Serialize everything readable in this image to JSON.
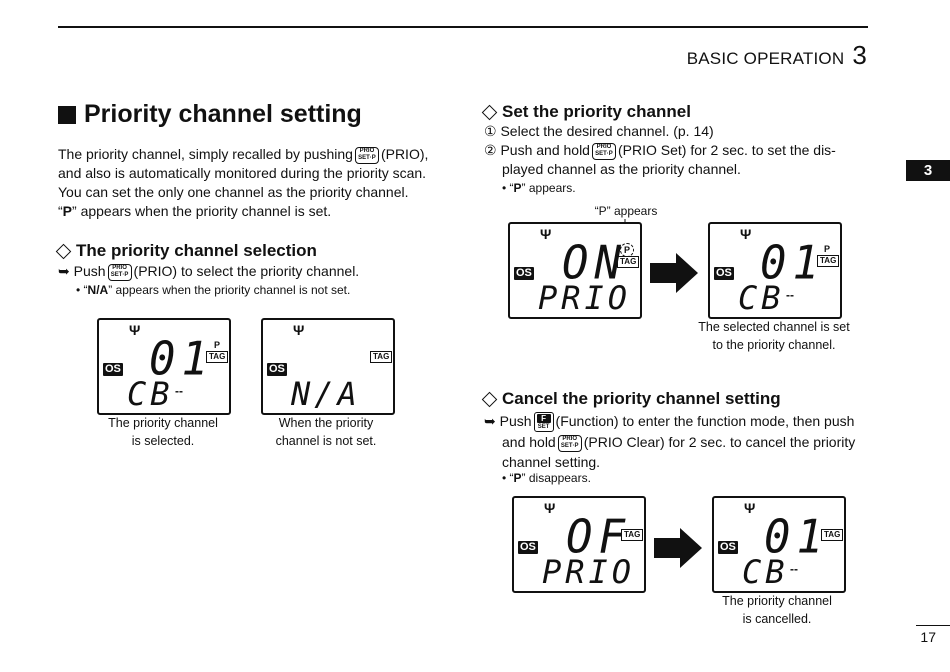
{
  "header": {
    "section_title": "BASIC OPERATION",
    "section_number": "3",
    "side_tab": "3",
    "page_number": "17"
  },
  "left": {
    "title": "Priority channel setting",
    "intro_1": "The priority channel, simply recalled by pushing",
    "intro_1b": "(PRIO),",
    "intro_2": "and also is automatically monitored during the priority scan.",
    "intro_3": "You can set the only one channel as the priority channel.",
    "intro_4a": "“",
    "intro_4b": "P",
    "intro_4c": "” appears when the priority channel is set.",
    "selection_heading": "The priority channel selection",
    "push_label": "Push",
    "push_rest": "(PRIO) to select the priority channel.",
    "na_note_a": "• “",
    "na_note_b": "N/A",
    "na_note_c": "” appears when the priority channel is not set.",
    "lcd1": {
      "main": "01",
      "sub": "CB",
      "p": "P",
      "tag": "TAG",
      "os": "OS"
    },
    "lcd2": {
      "main": "N/A",
      "tag": "TAG",
      "os": "OS"
    },
    "cap1_1": "The priority channel",
    "cap1_2": "is selected.",
    "cap2_1": "When the priority",
    "cap2_2": "channel is not set."
  },
  "right": {
    "set_heading": "Set the priority channel",
    "step1": "Select the desired channel. (p. 14)",
    "step2_a": "Push and hold",
    "step2_b": "(PRIO Set) for 2 sec. to set the dis-",
    "step2_c": "played channel as the priority channel.",
    "p_note_a": "• “",
    "p_note_b": "P",
    "p_note_c": "” appears.",
    "p_appears": "“P” appears",
    "lcd3": {
      "main": "ON",
      "sub": "PRIO",
      "p": "P",
      "tag": "TAG",
      "os": "OS"
    },
    "lcd4": {
      "main": "01",
      "sub": "CB",
      "p": "P",
      "tag": "TAG",
      "os": "OS"
    },
    "cap3_1": "The selected channel is set",
    "cap3_2": "to the priority channel.",
    "cancel_heading": "Cancel the priority channel setting",
    "cancel_1a": "Push",
    "cancel_1b": "(Function) to enter the function mode, then push",
    "cancel_2a": "and hold",
    "cancel_2b": "(PRIO Clear) for 2 sec. to cancel the priority",
    "cancel_3": "channel setting.",
    "dis_note_a": "• “",
    "dis_note_b": "P",
    "dis_note_c": "” disappears.",
    "lcd5": {
      "main": "OF",
      "sub": "PRIO",
      "tag": "TAG",
      "os": "OS"
    },
    "lcd6": {
      "main": "01",
      "sub": "CB",
      "tag": "TAG",
      "os": "OS"
    },
    "cap4_1": "The priority channel",
    "cap4_2": "is cancelled."
  },
  "keys": {
    "prio_top": "PRIO",
    "prio_bot": "SET·P",
    "f_top": "F",
    "f_bot": "SET"
  },
  "icons": {
    "antenna": "antenna-icon",
    "arrow": "right-arrow-icon"
  },
  "markers": {
    "step1": "①",
    "step2": "②",
    "arrow_bullet": "➥"
  }
}
